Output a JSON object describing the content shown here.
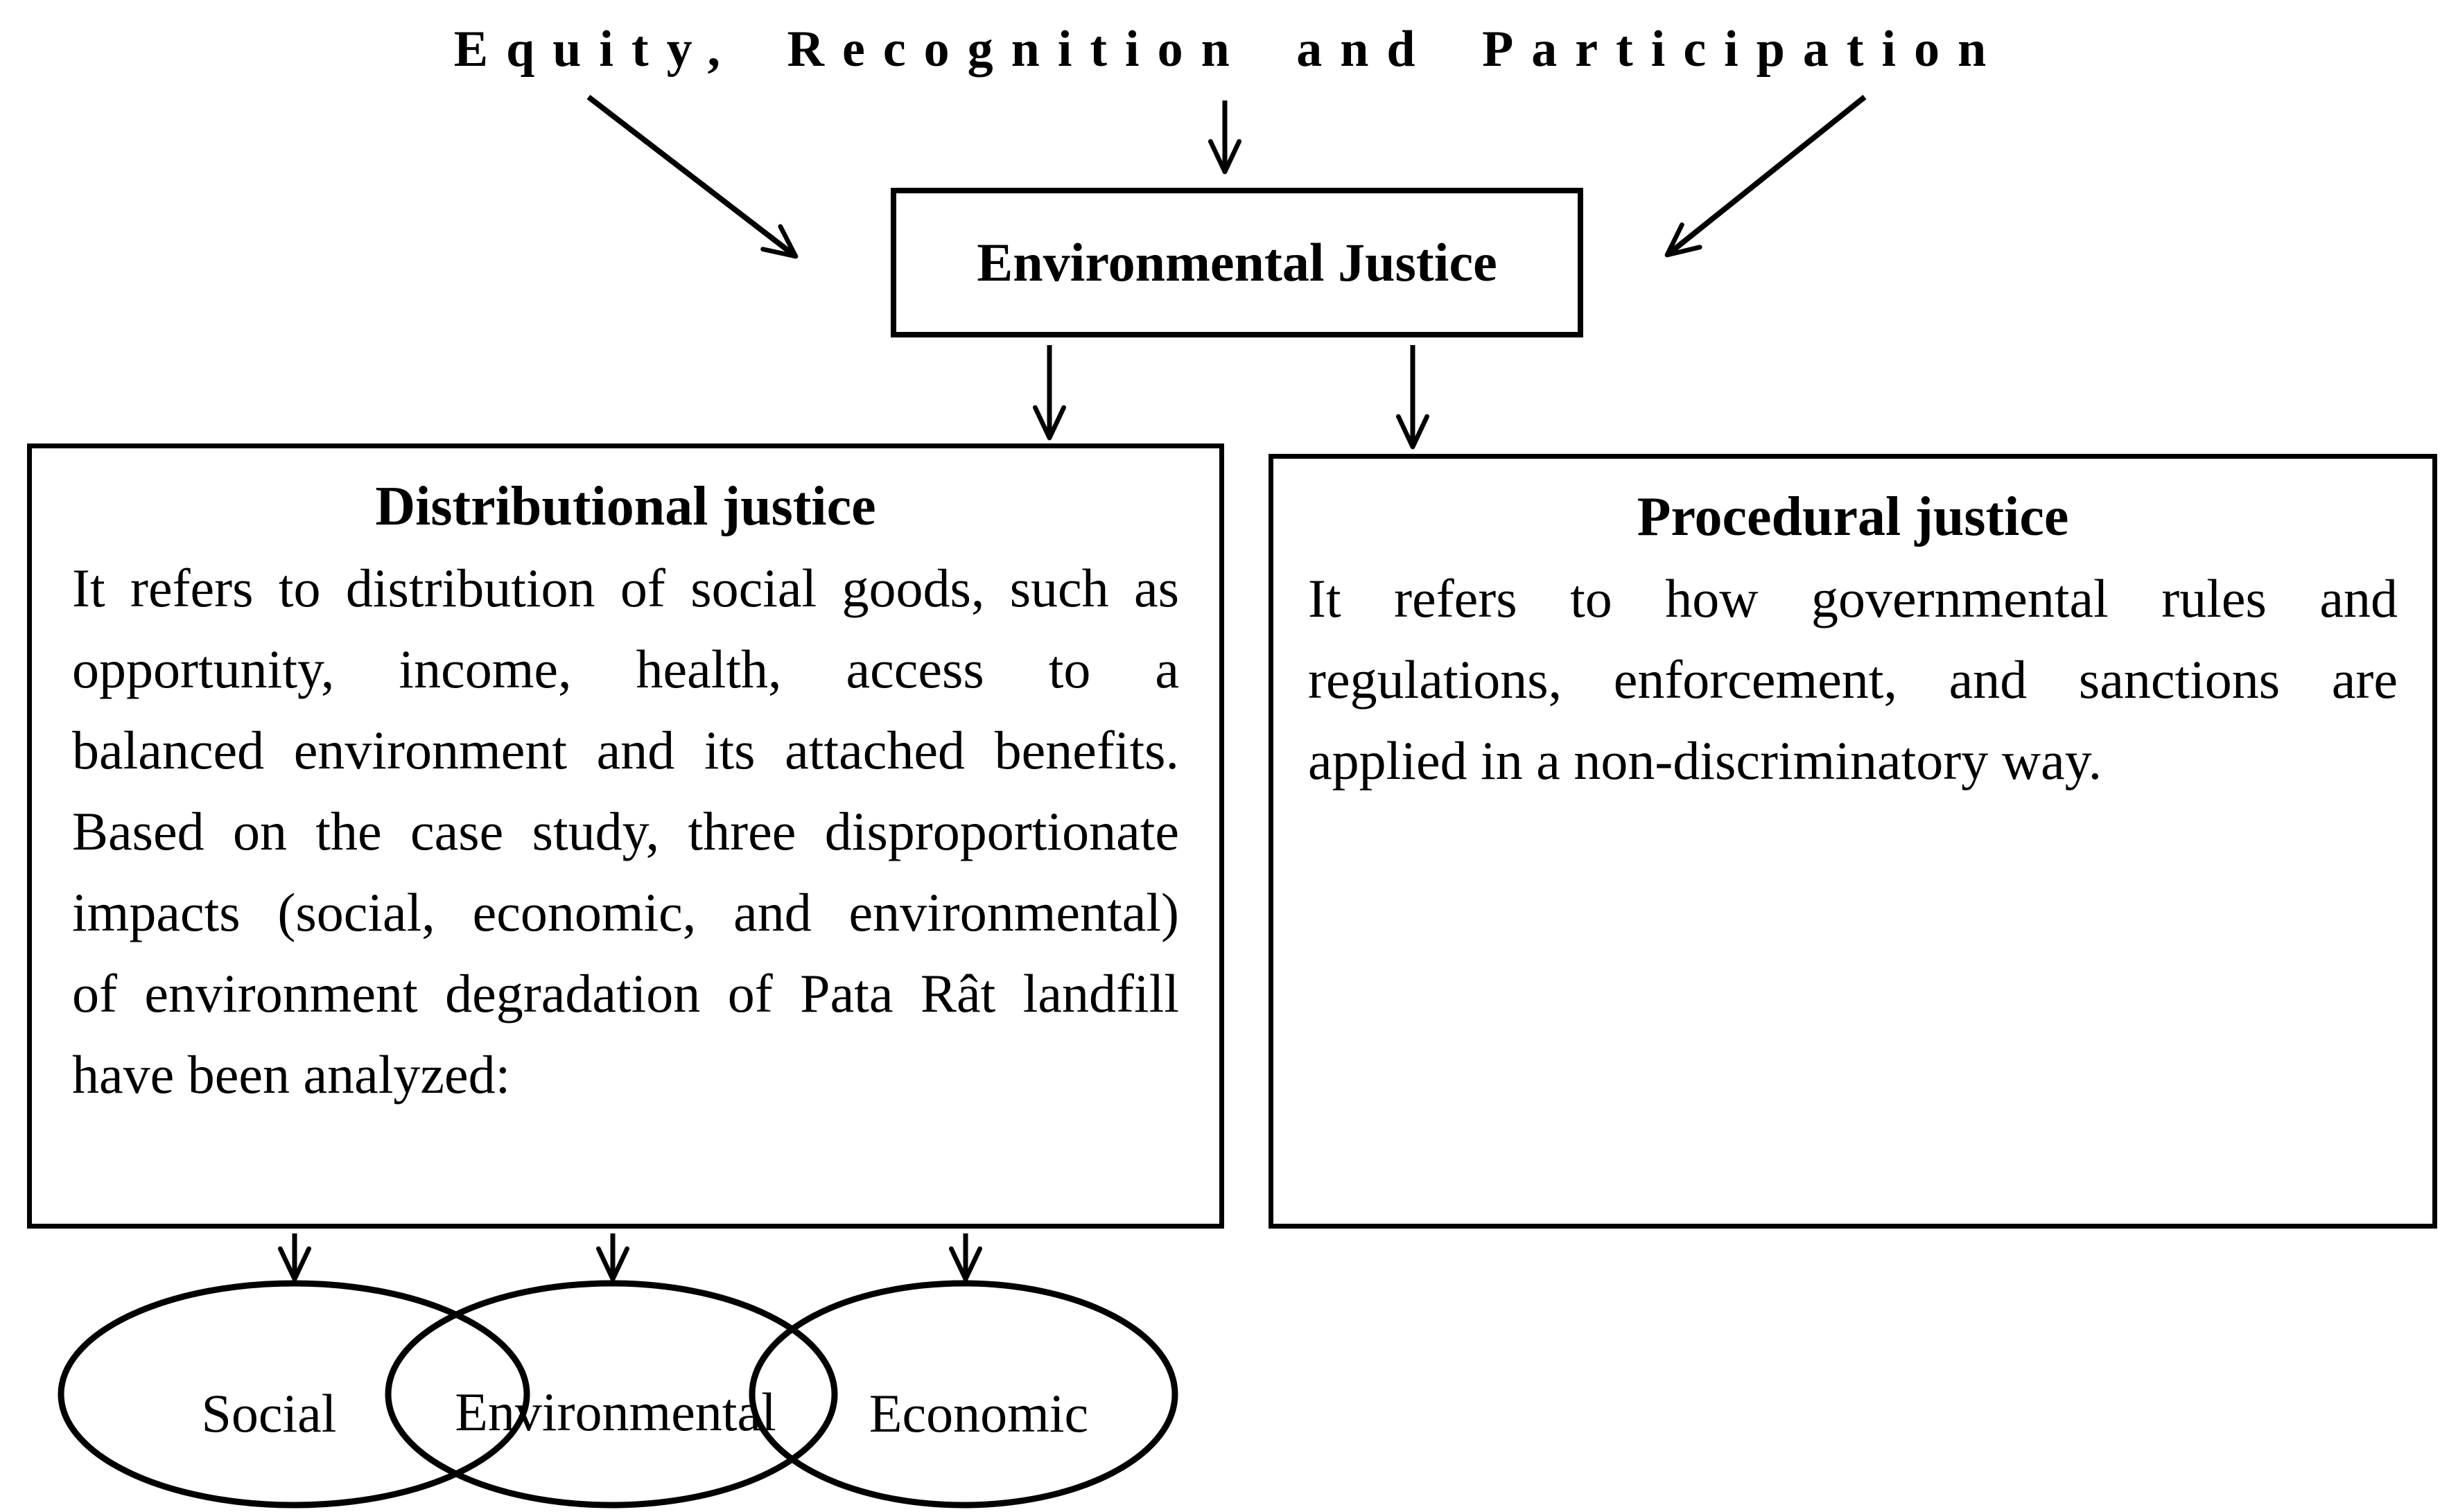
{
  "title": "Equity, Recognition and Participation",
  "root_box": {
    "label": "Environmental Justice"
  },
  "left_box": {
    "title": "Distributional justice",
    "lines": [
      "It refers to distribution of social goods, such as",
      "opportunity, income, health, access to a",
      "balanced environment and its attached benefits.",
      "Based on the case study, three disproportionate",
      "impacts (social, economic, and environmental)",
      "of environment degradation of Pata Rât landfill",
      "have been analyzed:"
    ]
  },
  "right_box": {
    "title": "Procedural justice",
    "lines": [
      "It refers to how governmental rules and",
      "regulations, enforcement, and sanctions are",
      "applied in a non-discriminatory way."
    ]
  },
  "ellipses": [
    {
      "label": "Social"
    },
    {
      "label": "Environmental"
    },
    {
      "label": "Economic"
    }
  ],
  "colors": {
    "ink": "#000000",
    "background": "#ffffff"
  }
}
